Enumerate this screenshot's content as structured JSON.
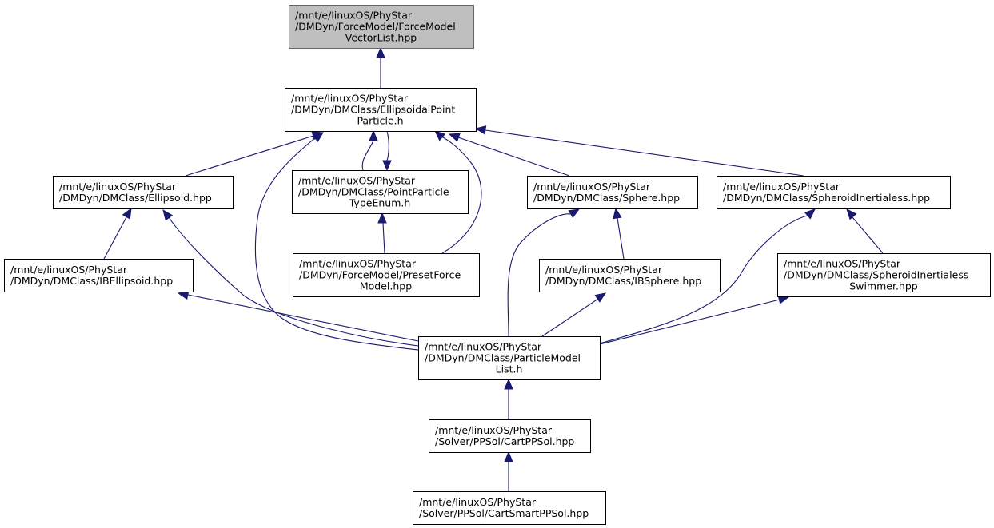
{
  "colors": {
    "edge": "#191970",
    "root_fill": "#bfbfbf",
    "node_fill": "#ffffff",
    "border": "#000000"
  },
  "nodes": [
    {
      "id": "forcemodelvectorlist",
      "root": true,
      "lines": [
        "/mnt/e/linuxOS/PhyStar",
        "/DMDyn/ForceModel/ForceModel",
        "VectorList.hpp"
      ]
    },
    {
      "id": "ellipsoidalpointparticle",
      "lines": [
        "/mnt/e/linuxOS/PhyStar",
        "/DMDyn/DMClass/EllipsoidalPoint",
        "Particle.h"
      ]
    },
    {
      "id": "ellipsoid",
      "lines": [
        "/mnt/e/linuxOS/PhyStar",
        "/DMDyn/DMClass/Ellipsoid.hpp"
      ]
    },
    {
      "id": "pointparticletypeenum",
      "lines": [
        "/mnt/e/linuxOS/PhyStar",
        "/DMDyn/DMClass/PointParticle",
        "TypeEnum.h"
      ]
    },
    {
      "id": "sphere",
      "lines": [
        "/mnt/e/linuxOS/PhyStar",
        "/DMDyn/DMClass/Sphere.hpp"
      ]
    },
    {
      "id": "spheroidinertialess",
      "lines": [
        "/mnt/e/linuxOS/PhyStar",
        "/DMDyn/DMClass/SpheroidInertialess.hpp"
      ]
    },
    {
      "id": "ibellipsoid",
      "lines": [
        "/mnt/e/linuxOS/PhyStar",
        "/DMDyn/DMClass/IBEllipsoid.hpp"
      ]
    },
    {
      "id": "presetforcemodel",
      "lines": [
        "/mnt/e/linuxOS/PhyStar",
        "/DMDyn/ForceModel/PresetForce",
        "Model.hpp"
      ]
    },
    {
      "id": "ibsphere",
      "lines": [
        "/mnt/e/linuxOS/PhyStar",
        "/DMDyn/DMClass/IBSphere.hpp"
      ]
    },
    {
      "id": "spheroidinertialessswimmer",
      "lines": [
        "/mnt/e/linuxOS/PhyStar",
        "/DMDyn/DMClass/SpheroidInertialess",
        "Swimmer.hpp"
      ]
    },
    {
      "id": "particlemodellist",
      "lines": [
        "/mnt/e/linuxOS/PhyStar",
        "/DMDyn/DMClass/ParticleModel",
        "List.h"
      ]
    },
    {
      "id": "cartppsol",
      "lines": [
        "/mnt/e/linuxOS/PhyStar",
        "/Solver/PPSol/CartPPSol.hpp"
      ]
    },
    {
      "id": "cartsmartppsol",
      "lines": [
        "/mnt/e/linuxOS/PhyStar",
        "/Solver/PPSol/CartSmartPPSol.hpp"
      ]
    }
  ],
  "edges": [
    {
      "from": "ellipsoidalpointparticle",
      "to": "forcemodelvectorlist"
    },
    {
      "from": "ellipsoid",
      "to": "ellipsoidalpointparticle"
    },
    {
      "from": "particlemodellist",
      "to": "ellipsoidalpointparticle"
    },
    {
      "from": "pointparticletypeenum",
      "to": "ellipsoidalpointparticle"
    },
    {
      "from": "ellipsoidalpointparticle",
      "to": "pointparticletypeenum"
    },
    {
      "from": "presetforcemodel",
      "to": "ellipsoidalpointparticle"
    },
    {
      "from": "sphere",
      "to": "ellipsoidalpointparticle"
    },
    {
      "from": "spheroidinertialess",
      "to": "ellipsoidalpointparticle"
    },
    {
      "from": "ibellipsoid",
      "to": "ellipsoid"
    },
    {
      "from": "particlemodellist",
      "to": "ellipsoid"
    },
    {
      "from": "presetforcemodel",
      "to": "pointparticletypeenum"
    },
    {
      "from": "particlemodellist",
      "to": "sphere"
    },
    {
      "from": "ibsphere",
      "to": "sphere"
    },
    {
      "from": "particlemodellist",
      "to": "spheroidinertialess"
    },
    {
      "from": "spheroidinertialessswimmer",
      "to": "spheroidinertialess"
    },
    {
      "from": "particlemodellist",
      "to": "ibellipsoid"
    },
    {
      "from": "particlemodellist",
      "to": "ibsphere"
    },
    {
      "from": "particlemodellist",
      "to": "spheroidinertialessswimmer"
    },
    {
      "from": "cartppsol",
      "to": "particlemodellist"
    },
    {
      "from": "cartsmartppsol",
      "to": "cartppsol"
    }
  ]
}
